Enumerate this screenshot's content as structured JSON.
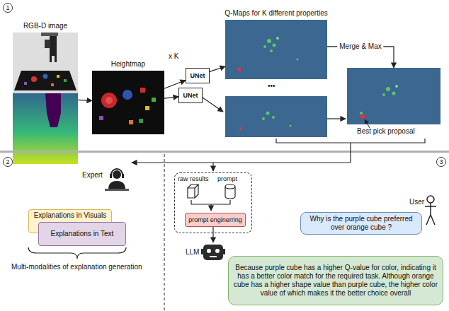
{
  "diagram": {
    "nodes": [
      {
        "text": [
          "RGB-D image"
        ]
      },
      {
        "text": [
          "Heightmap"
        ]
      },
      {
        "text": [
          "UNet"
        ]
      },
      {
        "text": [
          "UNet"
        ]
      },
      {
        "text": [
          "Q-Maps for K different properties"
        ]
      },
      {
        "text": [
          "Best pick proposal"
        ]
      },
      {
        "text": [
          "raw results",
          "prompt"
        ]
      },
      {
        "text": [
          "prompt enginerring"
        ],
        "in": 6
      },
      {
        "text": [
          "Explanations in Visuals"
        ]
      },
      {
        "text": [
          "Explanations in Text"
        ]
      },
      {
        "text": [
          "Why is the purple cube preferred over orange cube ?"
        ]
      },
      {
        "text": [
          "Because purple cube has a higher Q-value for color, indicating it has a better color match for the required task. Although orange cube has a higher shape value than purple cube, the higher color value of which makes it the better choice overall"
        ]
      }
    ],
    "edges": [
      {
        "from": 0,
        "to": 1,
        "arrow": "to"
      },
      {
        "from": 1,
        "to": 2,
        "arrow": "to"
      },
      {
        "from": 1,
        "to": 3,
        "arrow": "to"
      },
      {
        "from": 2,
        "to": 4,
        "arrow": "to"
      },
      {
        "from": 4,
        "to": 5,
        "label": "Merge & Max",
        "arrow": "to"
      }
    ],
    "labels": [
      "1",
      "x K",
      "•••",
      "2",
      "Expert",
      "Multi-modalities of explanation generation",
      "LLM",
      "3",
      "User"
    ]
  }
}
